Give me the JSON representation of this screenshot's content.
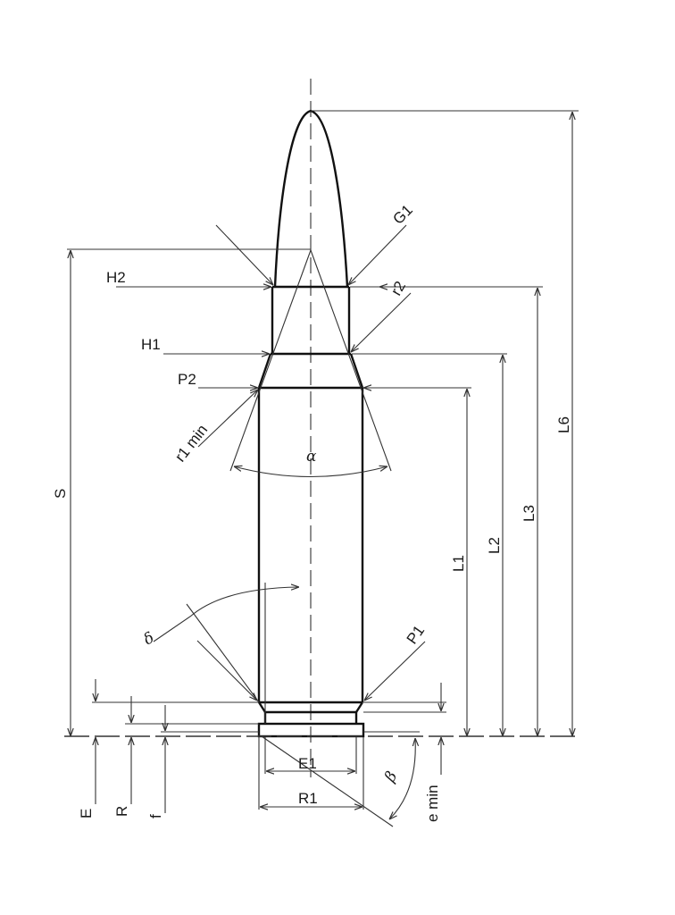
{
  "diagram": {
    "type": "cartridge-dimension-drawing",
    "stroke_color": "#111111",
    "background": "#ffffff",
    "labels": {
      "G1": "G1",
      "r2": "r2",
      "H2": "H2",
      "H1": "H1",
      "P2": "P2",
      "r1min": "r1 min",
      "alpha": "α",
      "S": "S",
      "L1": "L1",
      "L2": "L2",
      "L3": "L3",
      "L6": "L6",
      "delta": "δ",
      "P1": "P1",
      "E": "E",
      "R": "R",
      "f": "f",
      "E1": "E1",
      "R1": "R1",
      "beta": "β",
      "emin": "e min"
    }
  }
}
